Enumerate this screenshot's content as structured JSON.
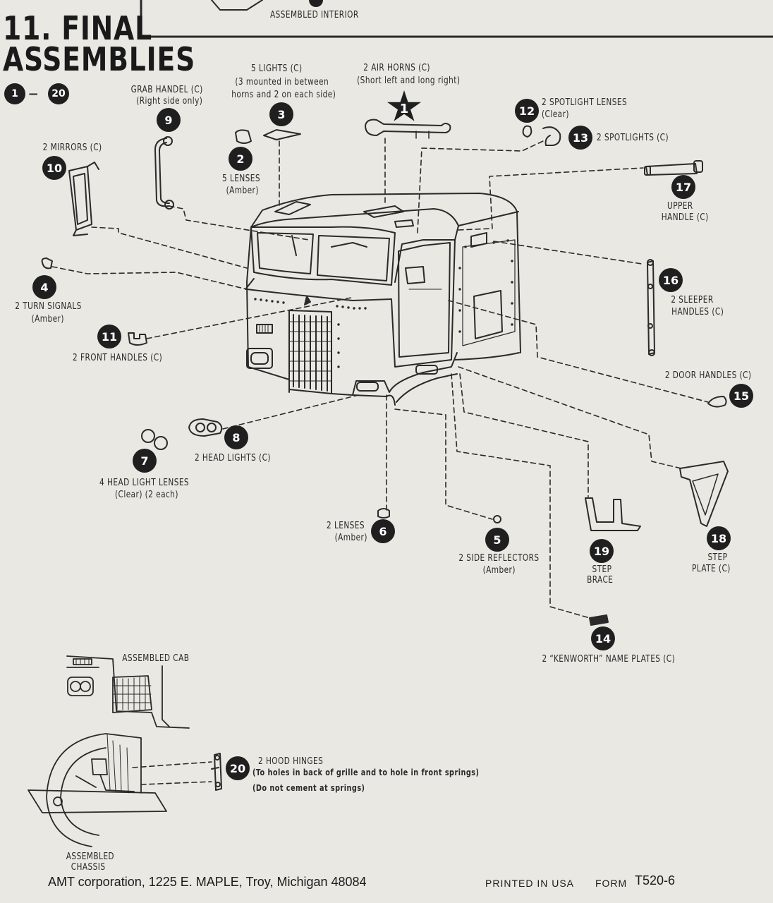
{
  "header": {
    "title_line1": "11. FINAL",
    "title_line2": "ASSEMBLIES",
    "step_range_start": "1",
    "step_range_dash": "—",
    "step_range_end": "20",
    "top_box_label": "ASSEMBLED INTERIOR"
  },
  "parts": [
    {
      "num": "1",
      "name": "2 AIR HORNS (C)",
      "note": "(Short left and long right)"
    },
    {
      "num": "2",
      "name": "5 LENSES",
      "note": "(Amber)"
    },
    {
      "num": "3",
      "name": "5 LIGHTS (C)",
      "note1": "(3 mounted in between",
      "note2": "horns and 2 on each side)"
    },
    {
      "num": "4",
      "name": "2 TURN SIGNALS",
      "note": "(Amber)"
    },
    {
      "num": "5",
      "name": "2 SIDE REFLECTORS",
      "note": "(Amber)"
    },
    {
      "num": "6",
      "name": "2 LENSES",
      "note": "(Amber)"
    },
    {
      "num": "7",
      "name": "4 HEAD LIGHT LENSES",
      "note": "(Clear) (2 each)"
    },
    {
      "num": "8",
      "name": "2 HEAD LIGHTS (C)"
    },
    {
      "num": "9",
      "name": "GRAB HANDEL (C)",
      "note": "(Right side only)"
    },
    {
      "num": "10",
      "name": "2 MIRRORS (C)"
    },
    {
      "num": "11",
      "name": "2 FRONT HANDLES (C)"
    },
    {
      "num": "12",
      "name": "2 SPOTLIGHT LENSES",
      "note": "(Clear)"
    },
    {
      "num": "13",
      "name": "2 SPOTLIGHTS (C)"
    },
    {
      "num": "14",
      "name": "2 “KENWORTH” NAME PLATES (C)"
    },
    {
      "num": "15",
      "name": "2 DOOR HANDLES (C)"
    },
    {
      "num": "16",
      "name": "2 SLEEPER",
      "name2": "HANDLES (C)"
    },
    {
      "num": "17",
      "name": "UPPER",
      "name2": "HANDLE (C)"
    },
    {
      "num": "18",
      "name": "STEP",
      "name2": "PLATE (C)"
    },
    {
      "num": "19",
      "name": "STEP",
      "name2": "BRACE"
    },
    {
      "num": "20",
      "name": "2 HOOD HINGES",
      "note1": "(To holes in back of grille and to hole in front springs)",
      "note2": "(Do not cement at springs)"
    }
  ],
  "subassemblies": {
    "cab_label": "ASSEMBLED CAB",
    "chassis_line1": "ASSEMBLED",
    "chassis_line2": "CHASSIS"
  },
  "footer": {
    "company": "AMT corporation, 1225 E. MAPLE, Troy, Michigan 48084",
    "printed": "PRINTED IN USA",
    "form_label": "FORM",
    "form_number": "T520-6"
  }
}
